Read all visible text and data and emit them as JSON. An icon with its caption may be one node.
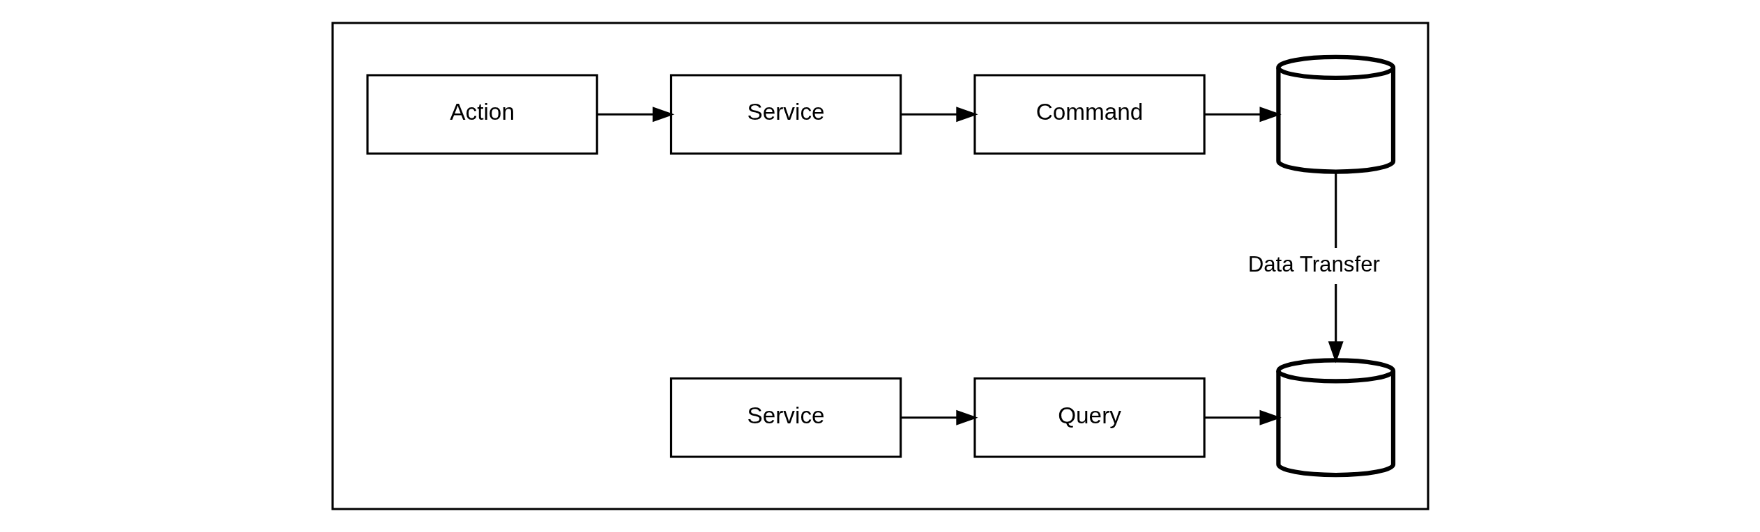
{
  "diagram": {
    "nodes": [
      {
        "text": [],
        "shape": "box"
      },
      {
        "text": [
          "Action"
        ],
        "in": 0
      },
      {
        "text": [
          "Service"
        ],
        "in": 0
      },
      {
        "text": [
          "Command"
        ],
        "in": 0
      },
      {
        "text": [],
        "shape": "cylinder",
        "in": 0
      },
      {
        "text": [
          "Service"
        ],
        "in": 0
      },
      {
        "text": [
          "Query"
        ],
        "in": 0
      },
      {
        "text": [],
        "shape": "cylinder",
        "in": 0
      }
    ],
    "edges": [
      {
        "from": 1,
        "to": 2,
        "arrow": "to"
      },
      {
        "from": 2,
        "to": 3,
        "arrow": "to"
      },
      {
        "from": 3,
        "to": 4,
        "arrow": "to"
      },
      {
        "from": 4,
        "to": 7,
        "arrow": "to",
        "label": "Data Transfer"
      },
      {
        "from": 5,
        "to": 6,
        "arrow": "to"
      },
      {
        "from": 6,
        "to": 7,
        "arrow": "to"
      }
    ]
  }
}
